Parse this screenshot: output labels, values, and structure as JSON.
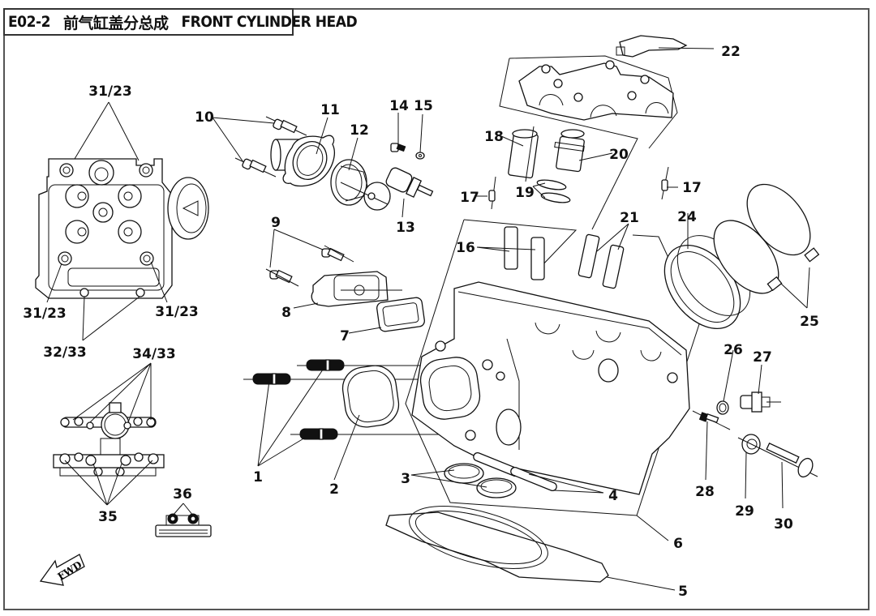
{
  "header": {
    "code": "E02-2",
    "title_cn": "前气缸盖分总成",
    "title_en": "FRONT CYLINDER HEAD"
  },
  "direction_indicator": "FWD",
  "callouts": {
    "c1": "1",
    "c2": "2",
    "c3": "3",
    "c4": "4",
    "c5": "5",
    "c6": "6",
    "c7": "7",
    "c8": "8",
    "c9": "9",
    "c10": "10",
    "c11": "11",
    "c12": "12",
    "c13": "13",
    "c14": "14",
    "c15": "15",
    "c16": "16",
    "c17a": "17",
    "c17b": "17",
    "c18": "18",
    "c19": "19",
    "c20": "20",
    "c21": "21",
    "c22": "22",
    "c24": "24",
    "c25": "25",
    "c26": "26",
    "c27": "27",
    "c28": "28",
    "c29": "29",
    "c30": "30",
    "c31_23_top": "31/23",
    "c31_23_left": "31/23",
    "c31_23_right": "31/23",
    "c32_33": "32/33",
    "c34_33": "34/33",
    "c35": "35",
    "c36": "36"
  }
}
